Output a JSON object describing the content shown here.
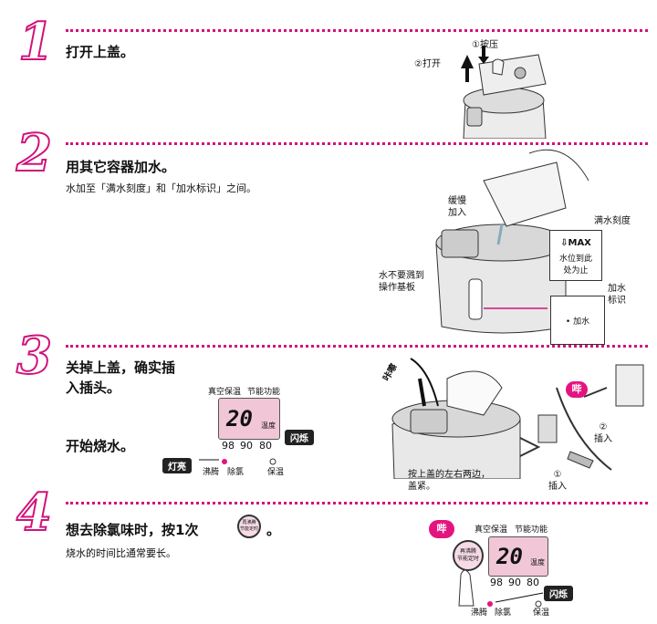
{
  "steps": [
    {
      "num": "1",
      "title": "打开上盖。",
      "labels": {
        "press": "①按压",
        "open": "②打开"
      }
    },
    {
      "num": "2",
      "title": "用其它容器加水。",
      "note": "水加至「满水刻度」和「加水标识」之间。",
      "labels": {
        "slow": "缓慢\n加入",
        "full": "满水刻度",
        "max": "⇩MAX",
        "level": "水位到此\n处为止",
        "mark": "加水\n标识",
        "mark_box": "• 加水",
        "splash": "水不要溅到\n操作基板"
      }
    },
    {
      "num": "3",
      "title": "关掉上盖，确实插\n入插头。",
      "title2": "开始烧水。",
      "panel": {
        "vacuum": "真空保温",
        "eco": "节能功能",
        "lcd": "20",
        "unit": "温度",
        "temps": [
          "98",
          "90",
          "80"
        ],
        "flash": "闪烁",
        "lit": "灯亮",
        "boil": "沸腾",
        "dechlor": "除氯",
        "keep": "保温"
      },
      "labels": {
        "click": "咔嚓",
        "beep": "哔",
        "insert2": "②\n插入",
        "lid": "按上盖的左右两边，\n盖紧。",
        "insert1": "①\n插入"
      }
    },
    {
      "num": "4",
      "title": "想去除氯味时，按1次",
      "title_end": "。",
      "note": "烧水的时间比通常要长。",
      "button": "再沸腾\n节能定时",
      "panel": {
        "vacuum": "真空保温",
        "eco": "节能功能",
        "lcd": "20",
        "unit": "温度",
        "temps": [
          "98",
          "90",
          "80"
        ],
        "flash": "闪烁",
        "boil": "沸腾",
        "dechlor": "除氯",
        "keep": "保温",
        "beep": "哔",
        "button": "再沸腾\n节能定时"
      }
    }
  ],
  "colors": {
    "accent": "#d0137a",
    "lcd": "#f1c6d6",
    "bubble": "#e4147f"
  }
}
